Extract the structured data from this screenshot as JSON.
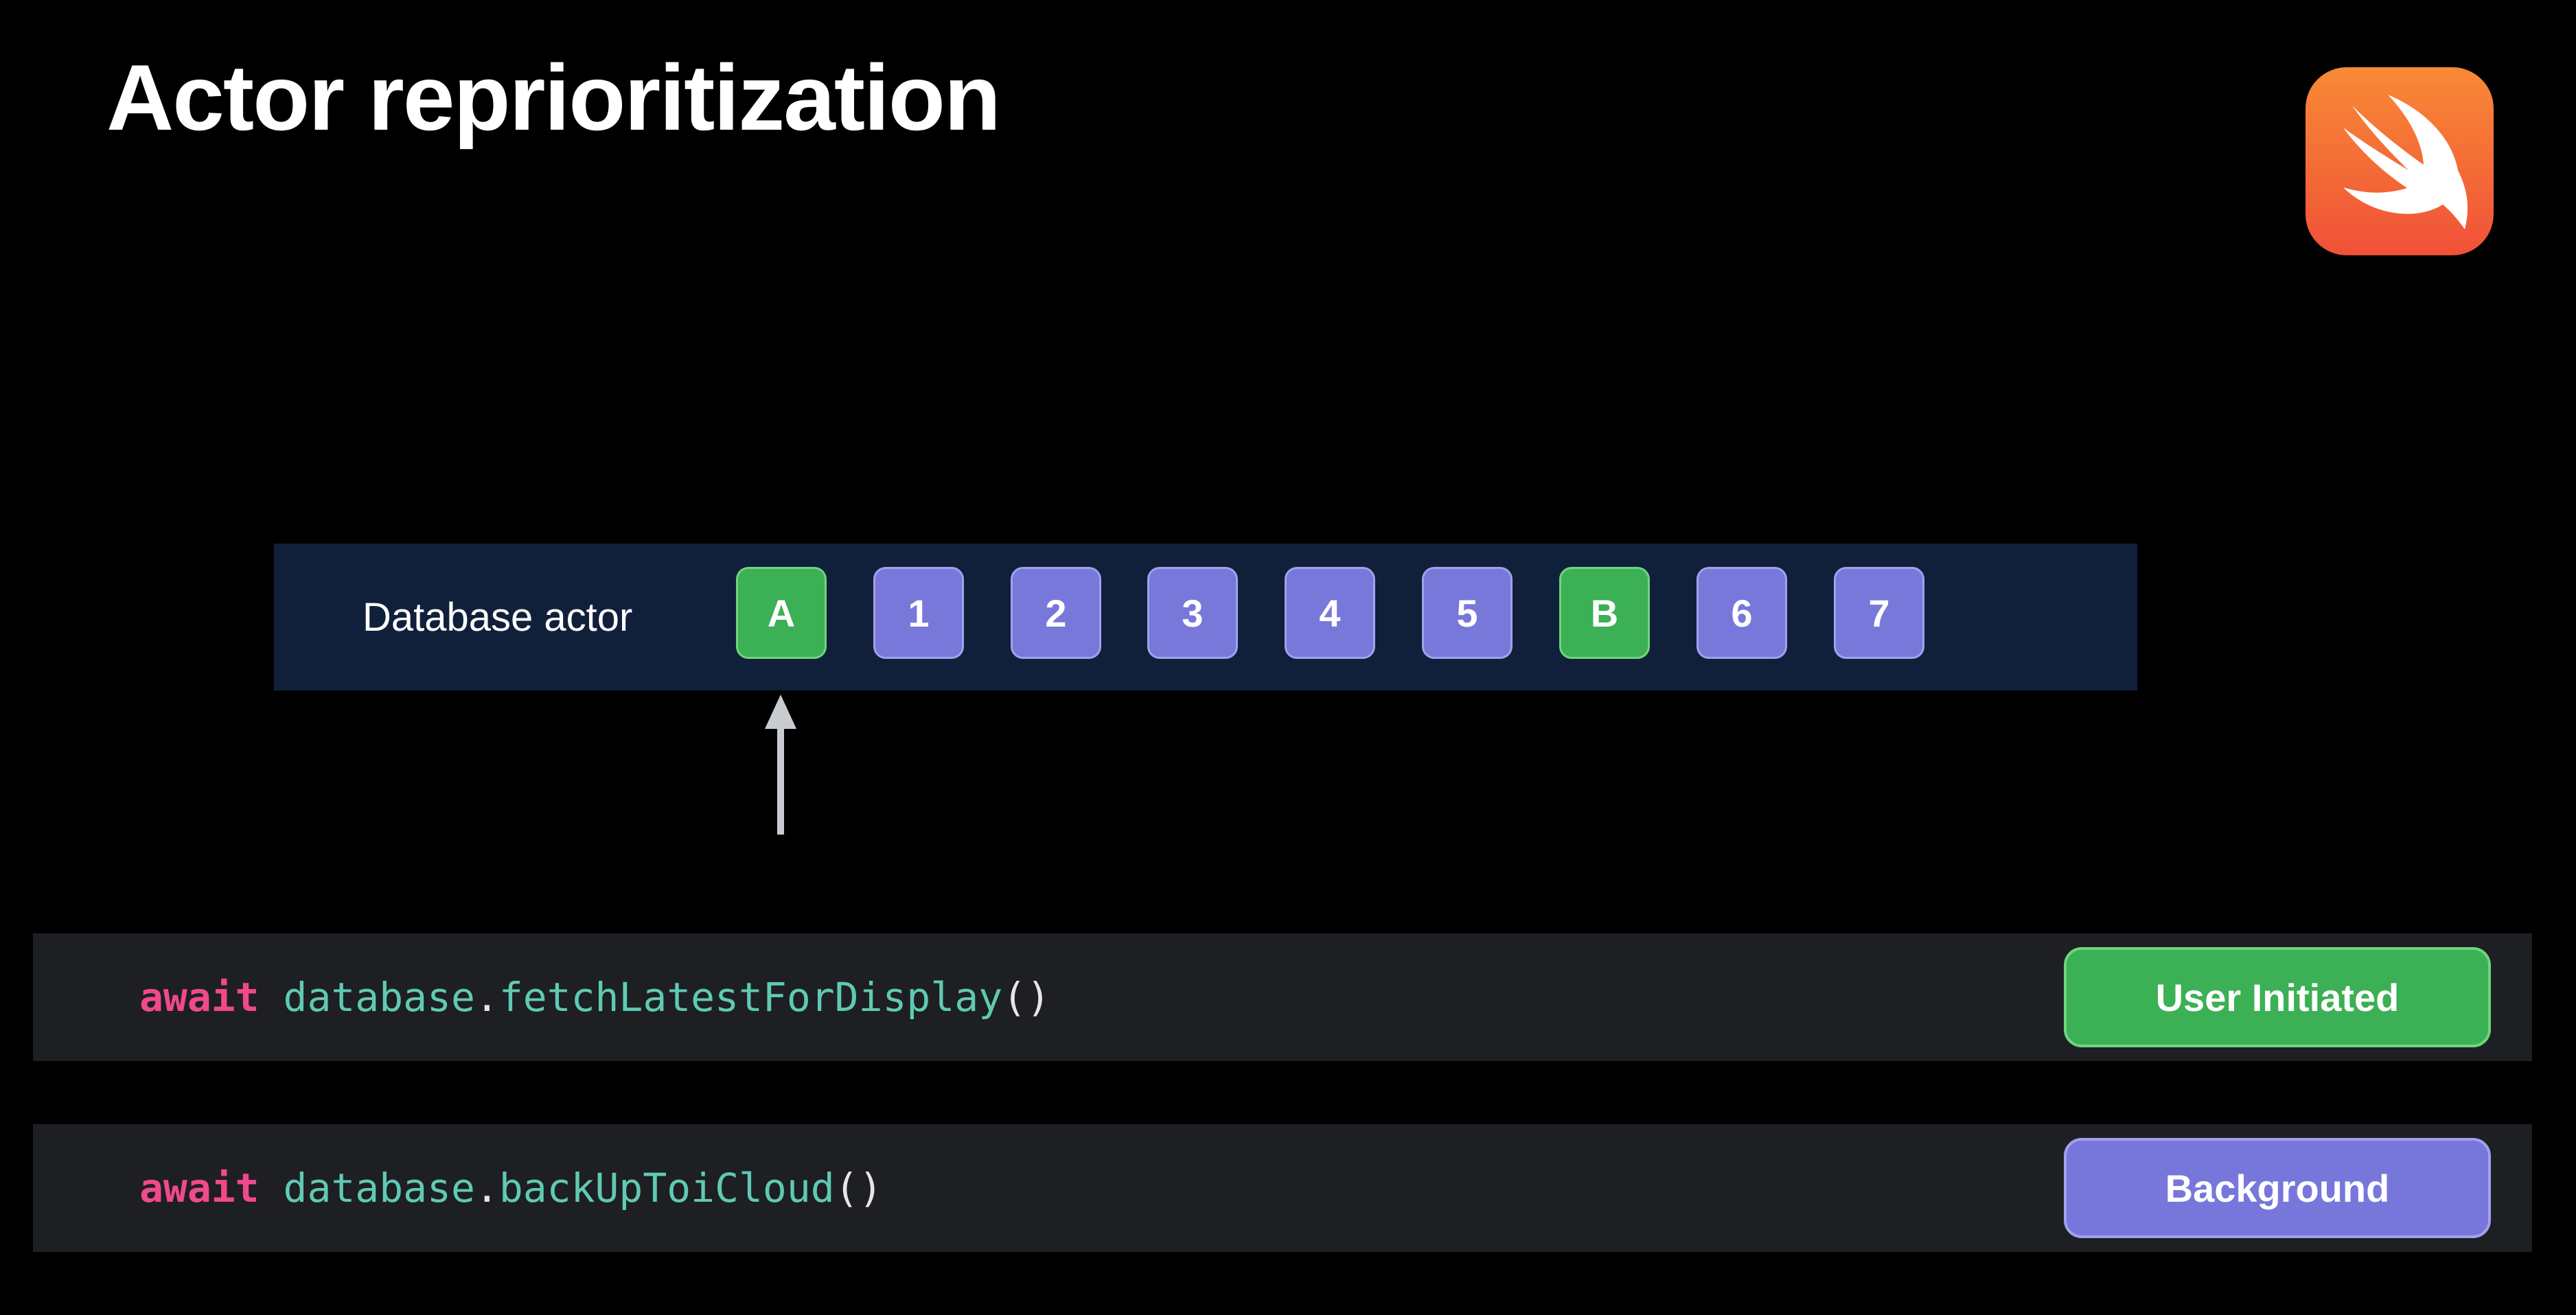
{
  "title": "Actor reprioritization",
  "logo": {
    "icon": "swift-logo-icon",
    "colors": [
      "#f88a35",
      "#f05138"
    ]
  },
  "queue": {
    "label": "Database actor",
    "items": [
      "A",
      "1",
      "2",
      "3",
      "4",
      "5",
      "B",
      "6",
      "7"
    ],
    "item_priority": [
      "user-initiated",
      "background",
      "background",
      "background",
      "background",
      "background",
      "user-initiated",
      "background",
      "background"
    ],
    "pointer_at_index": 0
  },
  "code_lines": [
    {
      "keyword": "await",
      "receiver": "database",
      "dot": ".",
      "method": "fetchLatestForDisplay",
      "parens": "()",
      "qos": "User Initiated",
      "qos_color": "#3cb054"
    },
    {
      "keyword": "await",
      "receiver": "database",
      "dot": ".",
      "method": "backUpToiCloud",
      "parens": "()",
      "qos": "Background",
      "qos_color": "#7777db"
    }
  ],
  "colors": {
    "background": "#000000",
    "queue_bg": "#11203a",
    "code_bg": "#1e1f22",
    "user_initiated": "#3cb054",
    "background_priority": "#7878db",
    "keyword": "#f0498c",
    "identifier": "#5fcab3"
  }
}
